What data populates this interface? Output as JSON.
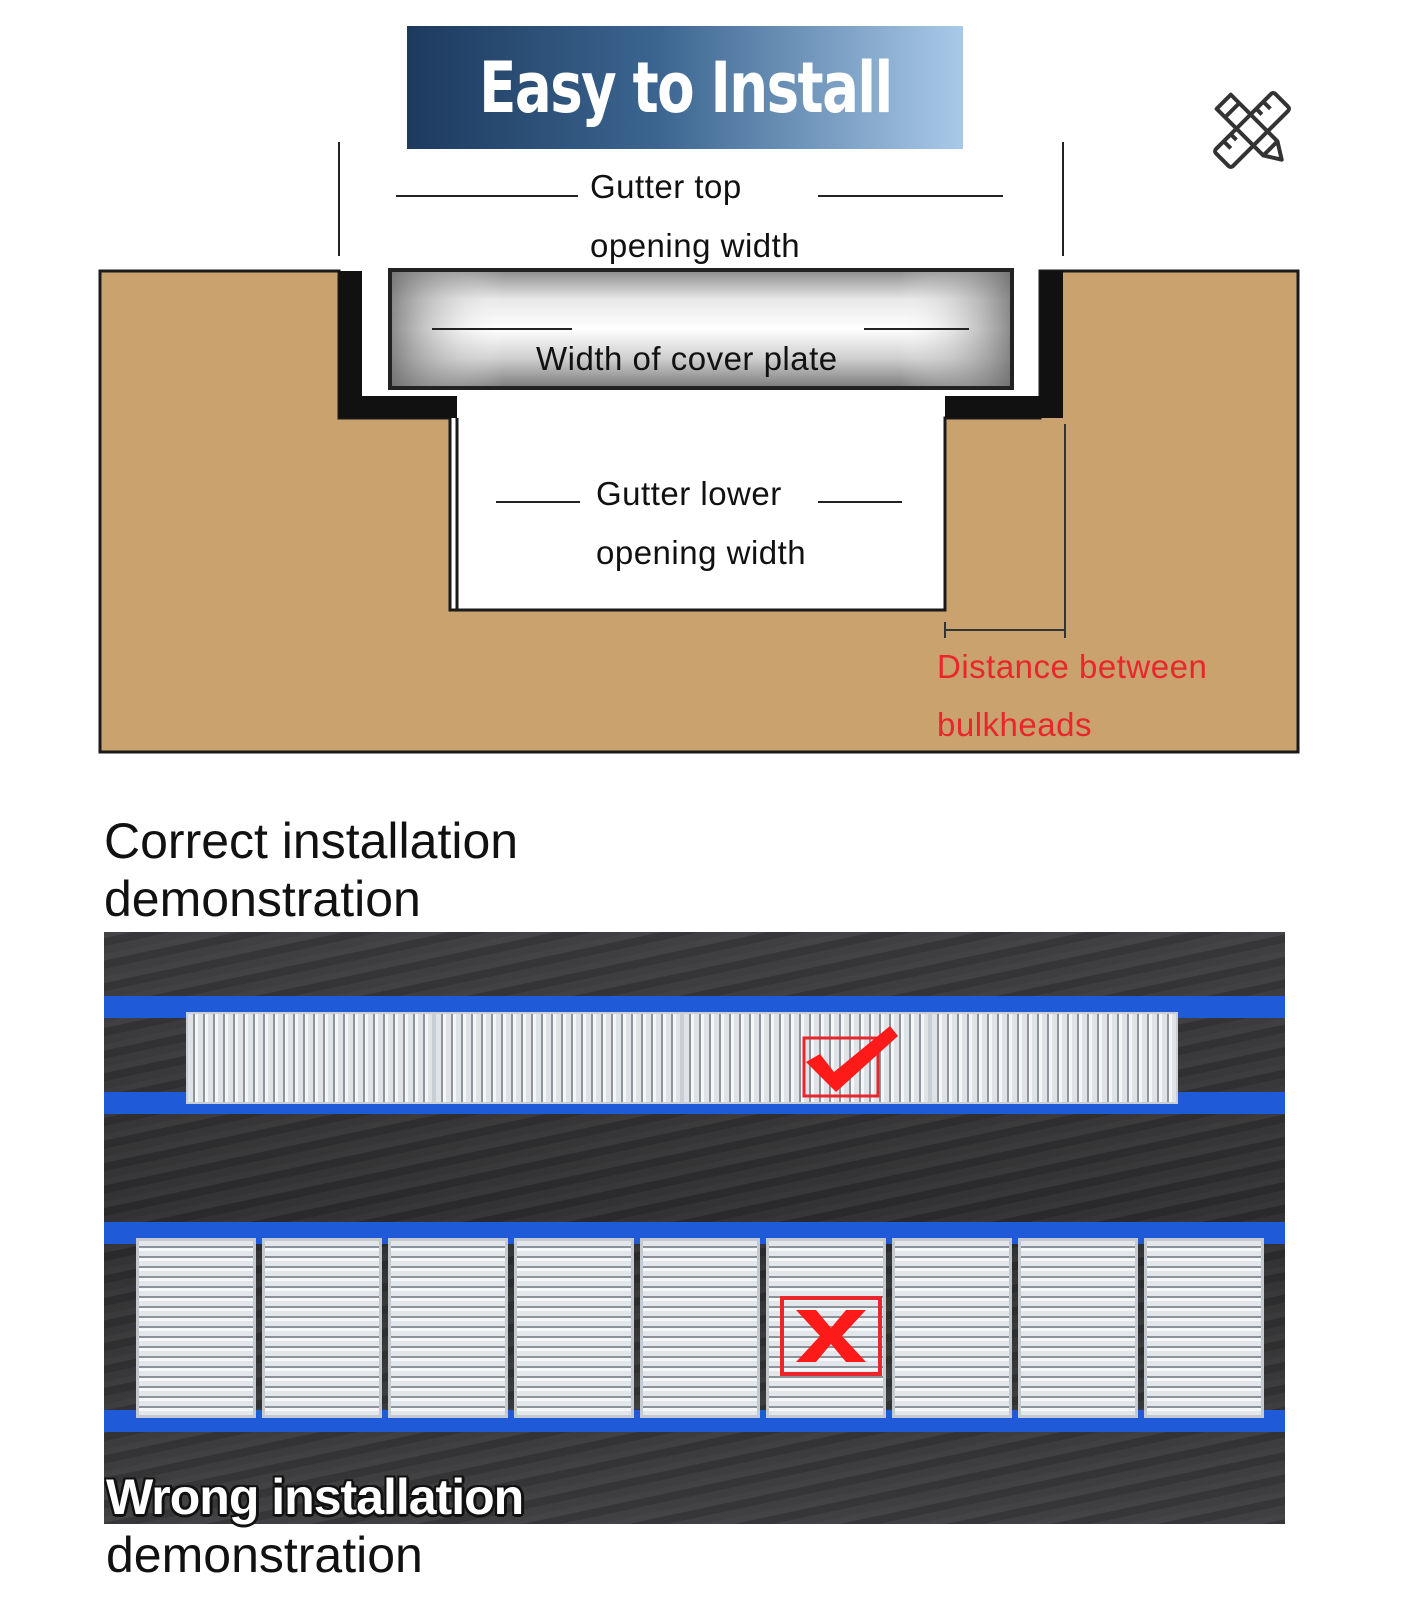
{
  "banner": {
    "title": "Easy to Install"
  },
  "icons": {
    "tools": "pencil-ruler-icon",
    "check": "check-mark-icon",
    "cross": "x-mark-icon"
  },
  "diagram": {
    "top_opening_label_1": "Gutter top",
    "top_opening_label_2": "opening width",
    "cover_plate_label": "Width of cover plate",
    "lower_opening_label_1": "Gutter lower",
    "lower_opening_label_2": "opening width",
    "bulkhead_label_1": "Distance between",
    "bulkhead_label_2": "bulkheads"
  },
  "sections": {
    "correct_1": "Correct installation",
    "correct_2": "demonstration",
    "wrong_1": "Wrong installation",
    "wrong_2": "demonstration"
  },
  "colors": {
    "ground": "#c9a26e",
    "accent_red": "#e8262b",
    "stripe_blue": "#1f5ad8",
    "banner_dark": "#1d3a5e",
    "banner_light": "#a9c9e8"
  }
}
